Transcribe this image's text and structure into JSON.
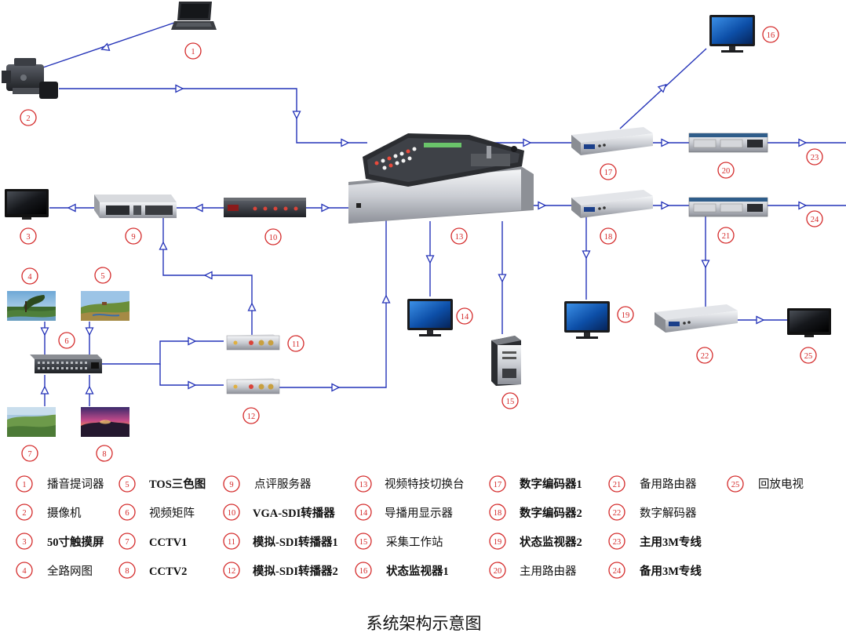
{
  "caption": "系统架构示意图",
  "legend": [
    {
      "num": "1",
      "label": "播音提词器"
    },
    {
      "num": "2",
      "label": "摄像机"
    },
    {
      "num": "3",
      "label": "50寸触摸屏"
    },
    {
      "num": "4",
      "label": "全路网图"
    },
    {
      "num": "5",
      "label": "TOS三色图"
    },
    {
      "num": "6",
      "label": "视频矩阵"
    },
    {
      "num": "7",
      "label": "CCTV1"
    },
    {
      "num": "8",
      "label": "CCTV2"
    },
    {
      "num": "9",
      "label": "点评服务器"
    },
    {
      "num": "10",
      "label": "VGA-SDI转播器"
    },
    {
      "num": "11",
      "label": "模拟-SDI转播器1"
    },
    {
      "num": "12",
      "label": "模拟-SDI转播器2"
    },
    {
      "num": "13",
      "label": "视频特技切换台"
    },
    {
      "num": "14",
      "label": "导播用显示器"
    },
    {
      "num": "15",
      "label": "采集工作站"
    },
    {
      "num": "16",
      "label": "状态监视器1"
    },
    {
      "num": "17",
      "label": "数字编码器1"
    },
    {
      "num": "18",
      "label": "数字编码器2"
    },
    {
      "num": "19",
      "label": "状态监视器2"
    },
    {
      "num": "20",
      "label": "主用路由器"
    },
    {
      "num": "21",
      "label": "备用路由器"
    },
    {
      "num": "22",
      "label": "数字解码器"
    },
    {
      "num": "23",
      "label": "主用3M专线"
    },
    {
      "num": "24",
      "label": "备用3M专线"
    },
    {
      "num": "25",
      "label": "回放电视"
    }
  ],
  "colors": {
    "link": "#2433b8",
    "number": "#d42a2a",
    "text": "#111111"
  },
  "devices": [
    {
      "num": "1",
      "icon": "laptop-icon"
    },
    {
      "num": "2",
      "icon": "video-camera-icon"
    },
    {
      "num": "3",
      "icon": "flat-tv-icon"
    },
    {
      "num": "4",
      "icon": "landscape-photo-icon"
    },
    {
      "num": "5",
      "icon": "landscape-photo-icon"
    },
    {
      "num": "6",
      "icon": "video-matrix-icon"
    },
    {
      "num": "7",
      "icon": "landscape-photo-icon"
    },
    {
      "num": "8",
      "icon": "landscape-photo-icon"
    },
    {
      "num": "9",
      "icon": "rack-server-icon"
    },
    {
      "num": "10",
      "icon": "rack-converter-icon"
    },
    {
      "num": "11",
      "icon": "converter-box-icon"
    },
    {
      "num": "12",
      "icon": "converter-box-icon"
    },
    {
      "num": "13",
      "icon": "video-switcher-icon"
    },
    {
      "num": "14",
      "icon": "monitor-icon"
    },
    {
      "num": "15",
      "icon": "workstation-tower-icon"
    },
    {
      "num": "16",
      "icon": "monitor-icon"
    },
    {
      "num": "17",
      "icon": "encoder-1u-icon"
    },
    {
      "num": "18",
      "icon": "encoder-1u-icon"
    },
    {
      "num": "19",
      "icon": "monitor-icon"
    },
    {
      "num": "20",
      "icon": "router-icon"
    },
    {
      "num": "21",
      "icon": "router-icon"
    },
    {
      "num": "22",
      "icon": "encoder-1u-icon"
    },
    {
      "num": "23",
      "icon": "dedicated-line"
    },
    {
      "num": "24",
      "icon": "dedicated-line"
    },
    {
      "num": "25",
      "icon": "flat-tv-icon"
    }
  ]
}
